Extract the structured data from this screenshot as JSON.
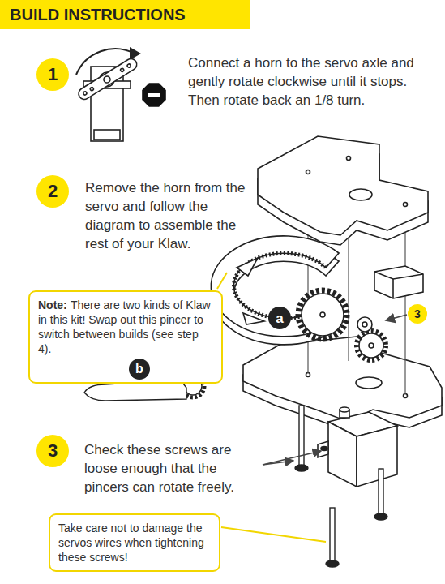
{
  "diagram": {
    "title": "BUILD INSTRUCTIONS",
    "nodes": [
      {
        "text": [
          "1"
        ]
      },
      {
        "text": [
          "2"
        ]
      },
      {
        "text": [
          "Note:",
          "There are two kinds of Klaw in this kit! Swap out this pincer to switch between builds (see step 4)."
        ]
      },
      {
        "text": [
          "b"
        ],
        "in": 2
      },
      {
        "text": [
          "a"
        ]
      },
      {
        "text": [
          "3"
        ]
      },
      {
        "text": [
          "3"
        ]
      },
      {
        "text": [
          "Take care not to damage the servos wires when tightening these screws!"
        ]
      }
    ],
    "labels": [
      "Connect a horn to the servo axle and gently rotate clockwise until it stops. Then rotate back an 1/8 turn.",
      "Remove the horn from the servo and follow the diagram to assemble the rest of your Klaw.",
      "Check these screws are loose enough that the pincers can rotate freely."
    ]
  }
}
